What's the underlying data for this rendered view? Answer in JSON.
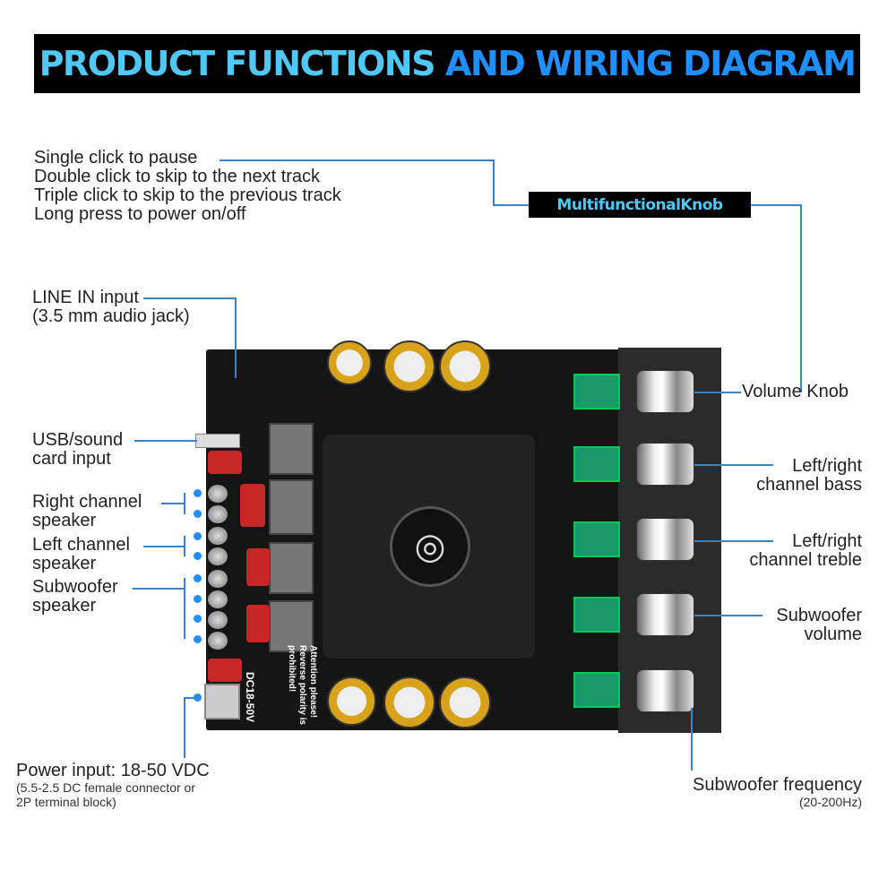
{
  "title": {
    "part1": "PRODUCT FUNCTIONS",
    "part2": "AND WIRING DIAGRAM"
  },
  "knob_functions": [
    "Single click to pause",
    "Double click to skip to the next track",
    "Triple click to skip to the previous track",
    "Long press to power on/off"
  ],
  "knob_badge": "MultifunctionalKnob",
  "left_labels": {
    "line_in": [
      "LINE IN input",
      "(3.5 mm audio jack)"
    ],
    "usb": [
      "USB/sound",
      "card input"
    ],
    "right_speaker": [
      "Right channel",
      "speaker"
    ],
    "left_speaker": [
      "Left channel",
      "speaker"
    ],
    "sub_speaker": [
      "Subwoofer",
      "speaker"
    ],
    "power": {
      "title": "Power input: 18-50 VDC",
      "note": [
        "(5.5-2.5 DC female connector or",
        "2P terminal block)"
      ]
    }
  },
  "right_labels": {
    "volume": "Volume Knob",
    "bass": [
      "Left/right",
      "channel bass"
    ],
    "treble": [
      "Left/right",
      "channel treble"
    ],
    "sub_volume": [
      "Subwoofer",
      "volume"
    ],
    "sub_freq": {
      "title": "Subwoofer frequency",
      "range": "(20-200Hz)"
    }
  },
  "board_text": {
    "warning": "Attention please! Reverse polarity is prohibited!",
    "voltage": "DC18-50V"
  },
  "colors": {
    "accent_light": "#4fc8f5",
    "accent": "#1f8fff",
    "line": "#3b82c8"
  }
}
